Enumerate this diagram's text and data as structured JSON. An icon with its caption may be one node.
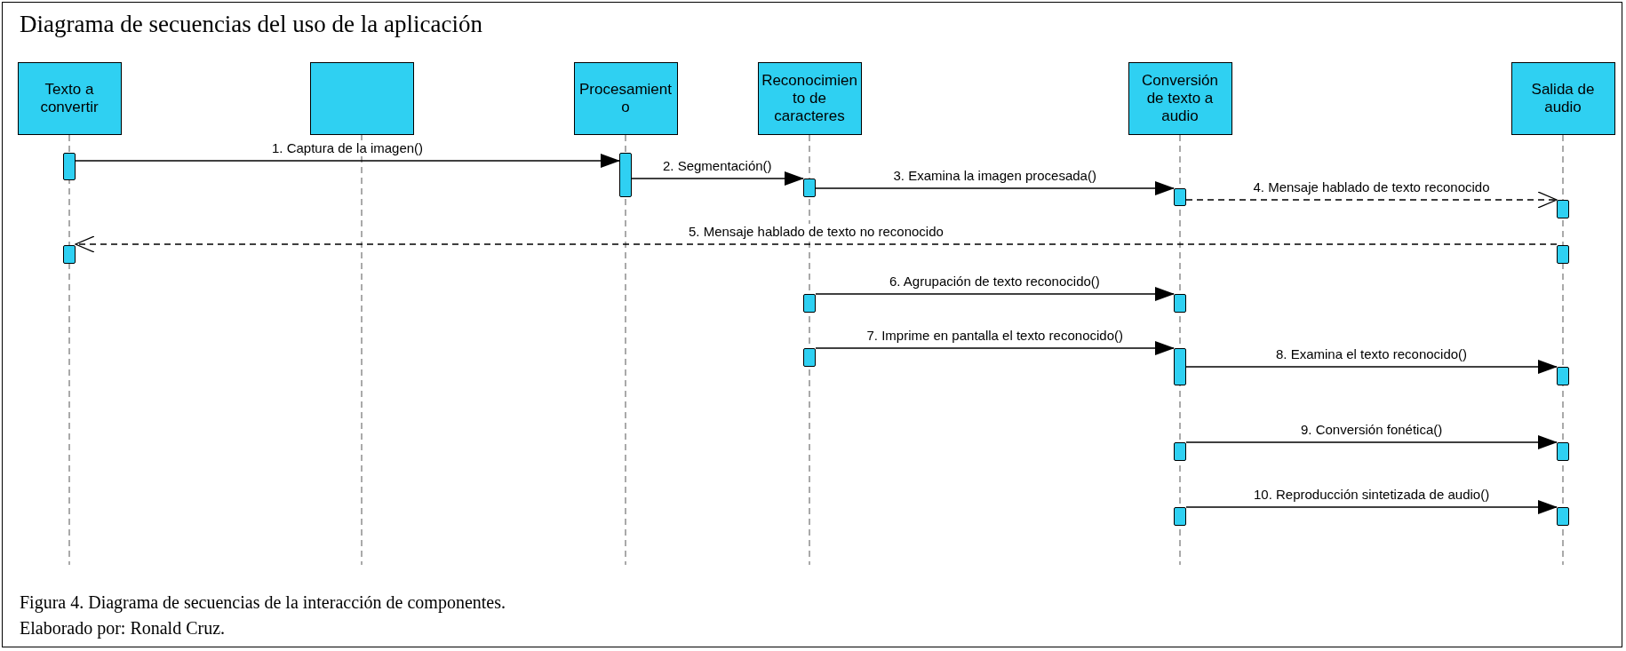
{
  "diagram": {
    "title": "Diagrama de secuencias del uso de la aplicación",
    "caption": "Figura 4. Diagrama de secuencias de la interacción de componentes.",
    "nodes": [
      {
        "text": [
          "Texto a convertir"
        ]
      },
      {
        "text": [],
        "shape": "box"
      },
      {
        "text": [
          "Procesamiento"
        ]
      },
      {
        "text": [
          "Reconocimiento de caracteres"
        ]
      },
      {
        "text": [
          "Conversión de texto a audio"
        ]
      },
      {
        "text": [
          "Salida de audio"
        ]
      },
      {
        "text": [],
        "shape": "bar"
      },
      {
        "text": [],
        "shape": "bar"
      },
      {
        "text": [],
        "shape": "bar"
      },
      {
        "text": [],
        "shape": "bar"
      },
      {
        "text": [],
        "shape": "bar"
      },
      {
        "text": [],
        "shape": "bar"
      },
      {
        "text": [],
        "shape": "bar"
      },
      {
        "text": [],
        "shape": "bar"
      },
      {
        "text": [],
        "shape": "bar"
      },
      {
        "text": [],
        "shape": "bar"
      },
      {
        "text": [],
        "shape": "bar"
      },
      {
        "text": [],
        "shape": "bar"
      },
      {
        "text": [],
        "shape": "bar"
      },
      {
        "text": [],
        "shape": "bar"
      },
      {
        "text": [],
        "shape": "bar"
      },
      {
        "text": [],
        "shape": "bar"
      }
    ],
    "edges": [
      {
        "from": 6,
        "to": 8,
        "arrow": "to",
        "label": "1. Captura de la imagen()"
      },
      {
        "from": 8,
        "to": 9,
        "arrow": "to",
        "label": "2. Segmentación()"
      },
      {
        "from": 9,
        "to": 12,
        "arrow": "to",
        "label": "3. Examina la imagen procesada()"
      },
      {
        "from": 12,
        "to": 17,
        "arrow": "to",
        "label": "4. Mensaje hablado de texto reconocido",
        "style": "dashed"
      },
      {
        "from": 18,
        "to": 7,
        "arrow": "to",
        "label": "5. Mensaje hablado de texto no reconocido",
        "style": "dashed"
      },
      {
        "from": 10,
        "to": 13,
        "arrow": "to",
        "label": "6. Agrupación de texto reconocido()"
      },
      {
        "from": 11,
        "to": 14,
        "arrow": "to",
        "label": "7. Imprime en pantalla el texto reconocido()"
      },
      {
        "from": 14,
        "to": 19,
        "arrow": "to",
        "label": "8. Examina el texto reconocido()"
      },
      {
        "from": 15,
        "to": 20,
        "arrow": "to",
        "label": "9. Conversión fonética()"
      },
      {
        "from": 16,
        "to": 21,
        "arrow": "to",
        "label": "10. Reproducción sintetizada de audio()"
      }
    ],
    "labels": [
      "Elaborado por: Ronald Cruz."
    ]
  }
}
